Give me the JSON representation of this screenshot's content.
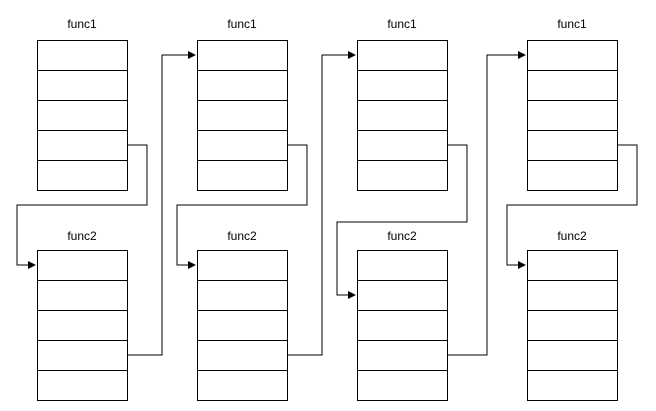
{
  "blocks": [
    {
      "label": "func1"
    },
    {
      "label": "func1"
    },
    {
      "label": "func1"
    },
    {
      "label": "func1"
    },
    {
      "label": "func2"
    },
    {
      "label": "func2"
    },
    {
      "label": "func2"
    },
    {
      "label": "func2"
    }
  ],
  "rows_per_block": 5,
  "colors": {
    "stroke": "#000000",
    "fill": "#ffffff",
    "text": "#000000"
  }
}
